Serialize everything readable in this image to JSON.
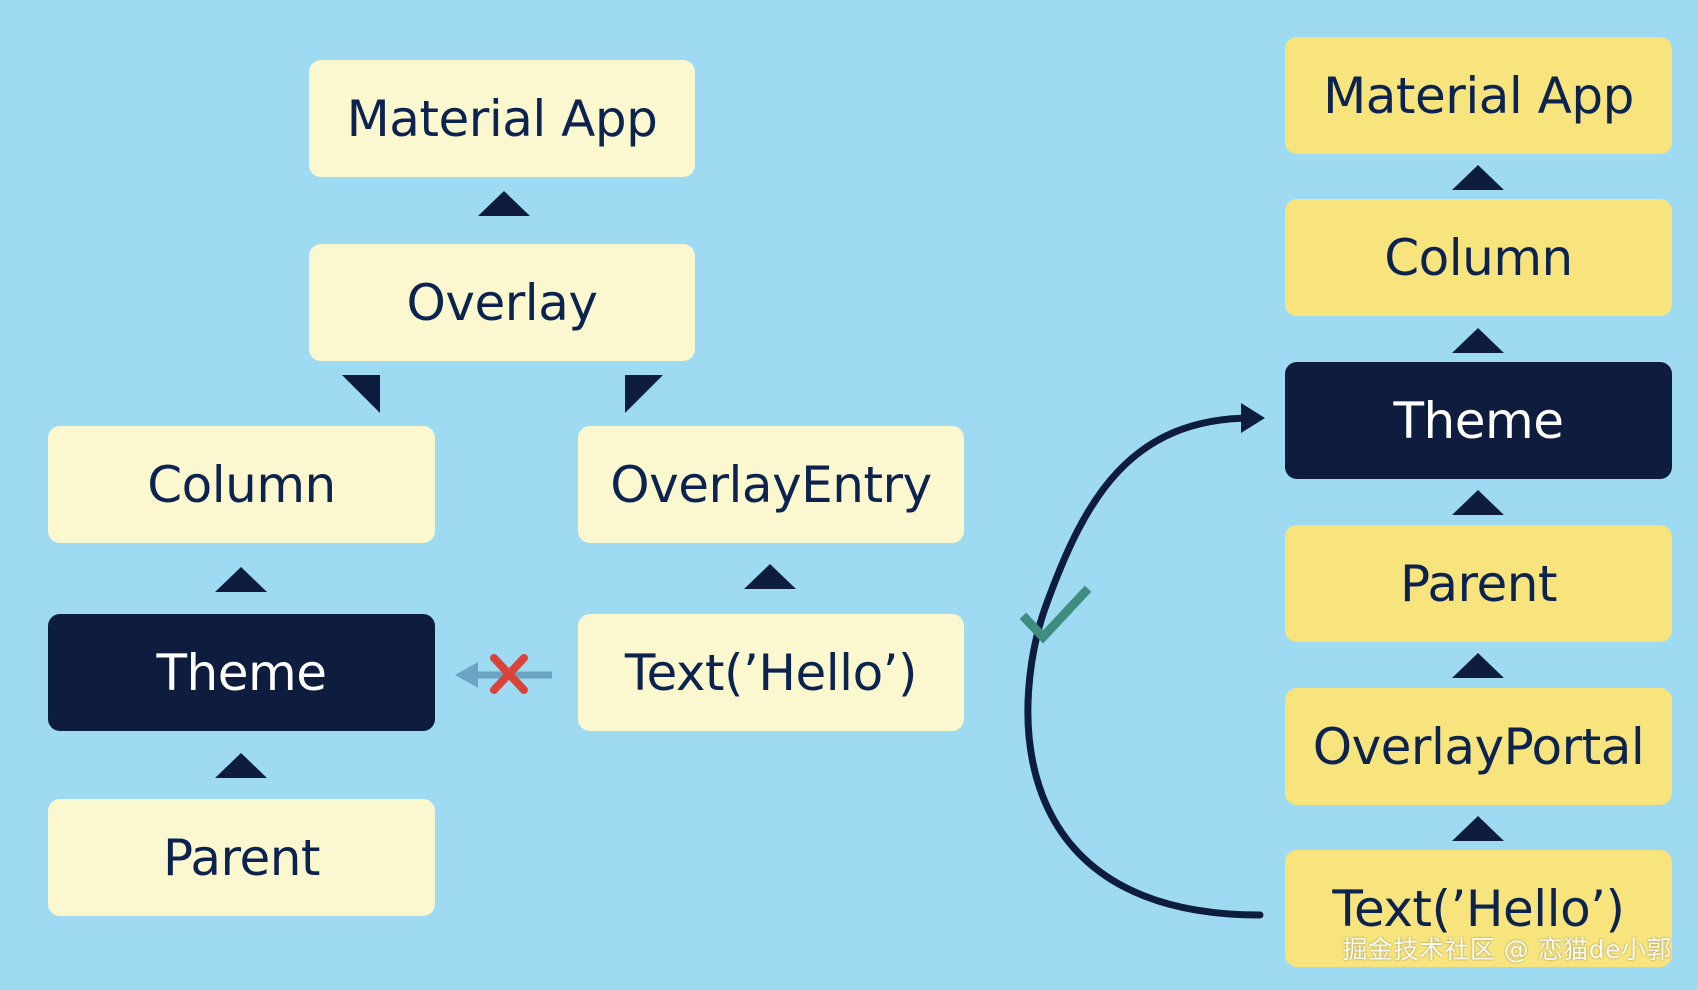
{
  "colors": {
    "background": "#9edbf2",
    "node_light": "#fbf8cf",
    "node_yellow": "#f7e47c",
    "node_dark": "#0e1d3e",
    "text_dark": "#0c2350",
    "arrow": "#0e1d3e",
    "blocked_arrow": "#6aa6c4",
    "cross": "#d9443a",
    "check": "#3f8c80"
  },
  "left_tree": {
    "material_app": "Material App",
    "overlay": "Overlay",
    "column": "Column",
    "overlay_entry": "OverlayEntry",
    "theme": "Theme",
    "text_hello": "Text(’Hello’)",
    "parent": "Parent"
  },
  "right_stack": {
    "material_app": "Material App",
    "column": "Column",
    "theme": "Theme",
    "parent": "Parent",
    "overlay_portal": "OverlayPortal",
    "text_hello": "Text(’Hello’)"
  },
  "indicators": {
    "blocked_icon": "cross-icon",
    "allowed_icon": "check-icon"
  },
  "watermark": "掘金技术社区 @ 恋猫de小郭"
}
